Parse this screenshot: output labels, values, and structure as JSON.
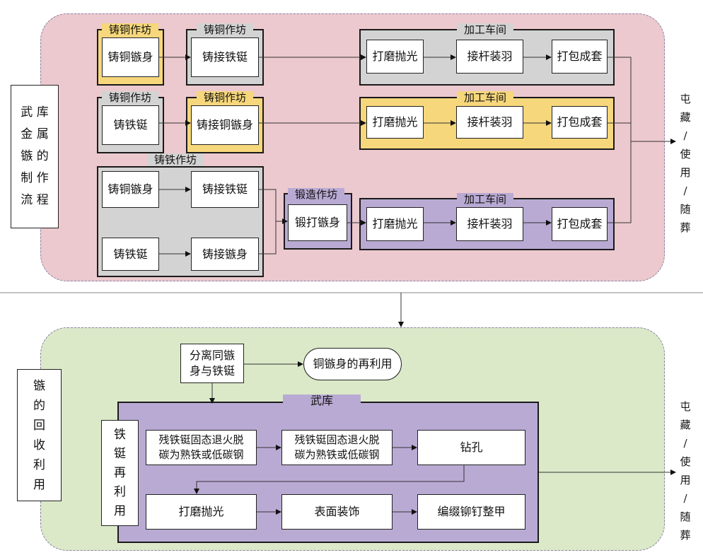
{
  "colors": {
    "top_region": "#ecc9ce",
    "bottom_region": "#dbe9c9",
    "copper": "#f6d77b",
    "iron": "#d3d3d3",
    "forge": "#b9aad4",
    "arsenal": "#b9aad4"
  },
  "top": {
    "side_label_lines": [
      "武 库",
      "金 属",
      "镞 的",
      "制 作",
      "流 程"
    ],
    "outcome": [
      "屯",
      "藏",
      "/",
      "使",
      "用",
      "/",
      "随",
      "葬"
    ],
    "row1": {
      "tab_a": "铸铜作坊",
      "box_a": "铸铜镞身",
      "tab_b": "铸铜作坊",
      "box_b": "铸接铁铤"
    },
    "row2": {
      "tab_a": "铸铜作坊",
      "box_a": "铸铁铤",
      "tab_b": "铸铜作坊",
      "box_b": "铸接铜镞身"
    },
    "iron_workshop": {
      "tab": "铸铁作坊",
      "box_1": "铸铜镞身",
      "box_2": "铸接铁铤",
      "box_3": "铸铁铤",
      "box_4": "铸接镞身"
    },
    "forge": {
      "tab": "锻造作坊",
      "box": "锻打镞身"
    },
    "processing": {
      "tab": "加工车间",
      "step_1": "打磨抛光",
      "step_2": "接杆装羽",
      "step_3": "打包成套"
    }
  },
  "bottom": {
    "side_label_lines": [
      "镞",
      "的",
      "回",
      "收",
      "利",
      "用"
    ],
    "outcome": [
      "屯",
      "藏",
      "/",
      "使",
      "用",
      "/",
      "随",
      "葬"
    ],
    "separate_box_lines": [
      "分离同镞",
      "身与铁铤"
    ],
    "copper_reuse": "铜镞身的再利用",
    "arsenal_tab": "武库",
    "iron_reuse_lines": [
      "铁",
      "铤",
      "再",
      "利",
      "用"
    ],
    "step_1_lines": [
      "残铁铤固态退火脱",
      "碳为熟铁或低碳钢"
    ],
    "step_2_lines": [
      "残铁铤固态退火脱",
      "碳为熟铁或低碳钢"
    ],
    "step_3": "钻孔",
    "step_4": "打磨抛光",
    "step_5": "表面装饰",
    "step_6": "编缀铆钉整甲"
  }
}
